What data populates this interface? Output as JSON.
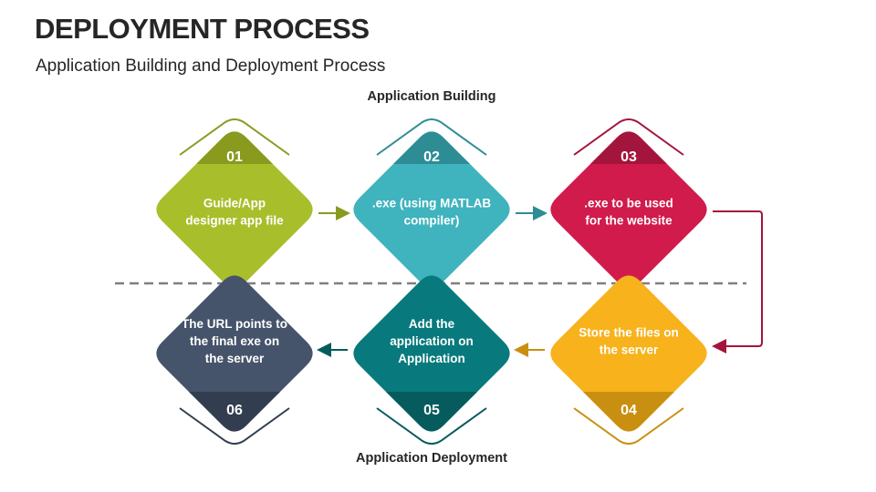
{
  "header": {
    "title": "DEPLOYMENT PROCESS",
    "subtitle": "Application Building and Deployment Process"
  },
  "sections": {
    "top_label": "Application Building",
    "bottom_label": "Application Deployment"
  },
  "steps": [
    {
      "number": "01",
      "lines": [
        "Guide/App",
        "designer app file"
      ],
      "color": "#a9be2b",
      "tab_color": "#8a9a1f",
      "outline": "#8a9a1f"
    },
    {
      "number": "02",
      "lines": [
        ".exe (using MATLAB",
        "compiler)"
      ],
      "color": "#3fb3be",
      "tab_color": "#2e8c95",
      "outline": "#2e8c95"
    },
    {
      "number": "03",
      "lines": [
        ".exe to be used",
        "for the website"
      ],
      "color": "#d01b4c",
      "tab_color": "#a3153c",
      "outline": "#a3153c"
    },
    {
      "number": "04",
      "lines": [
        "Store the files on",
        "the server"
      ],
      "color": "#f7b21c",
      "tab_color": "#c98f10",
      "outline": "#c98f10"
    },
    {
      "number": "05",
      "lines": [
        "Add the",
        "application on",
        "Application"
      ],
      "color": "#087a7d",
      "tab_color": "#065b5d",
      "outline": "#065b5d"
    },
    {
      "number": "06",
      "lines": [
        "The URL points to",
        "the final exe on",
        "the server"
      ],
      "color": "#45546a",
      "tab_color": "#323e4f",
      "outline": "#323e4f"
    }
  ]
}
